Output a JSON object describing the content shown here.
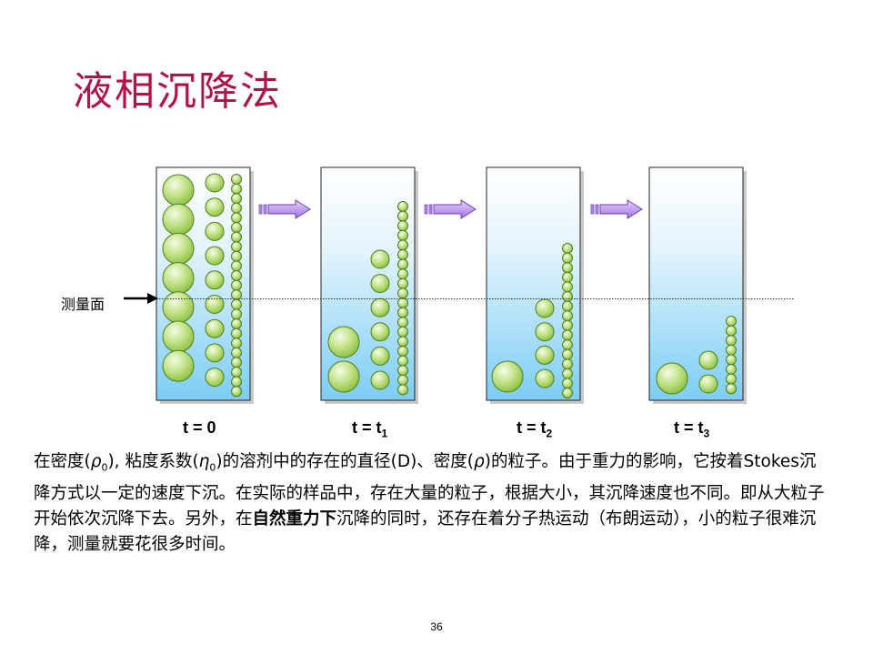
{
  "title": "液相沉降法",
  "measure_label": "测量面",
  "time_labels": [
    {
      "main": "t = 0",
      "sub": ""
    },
    {
      "main": "t = t",
      "sub": "1"
    },
    {
      "main": "t = t",
      "sub": "2"
    },
    {
      "main": "t = t",
      "sub": "3"
    }
  ],
  "paragraph": {
    "s1": "在密度(",
    "rho": "ρ",
    "zero1": "0",
    "s2": "), 粘度系数(",
    "eta": "η",
    "zero2": "0",
    "s3": ")的溶剂中的存在的直径(D)、密度(",
    "rho2": "ρ",
    "s4": ")的粒子。由于重力的影响，它按着Stokes沉降方式以一定的速度下沉。在实际的样品中，存在大量的粒子，根据大小，其沉降速度也不同。即从大粒子开始依次沉降下去。另外，在",
    "bold": "自然重力下",
    "s5": "沉降的同时，还存在着分子热运动（布朗运动），小的粒子很难沉降，测量就要花很多时间。"
  },
  "page_number": "36",
  "colors": {
    "title": "#b0124a",
    "arrow": "#b48be8",
    "particle": "#9acd4a",
    "liquid_bottom": "#7ccdf5"
  }
}
